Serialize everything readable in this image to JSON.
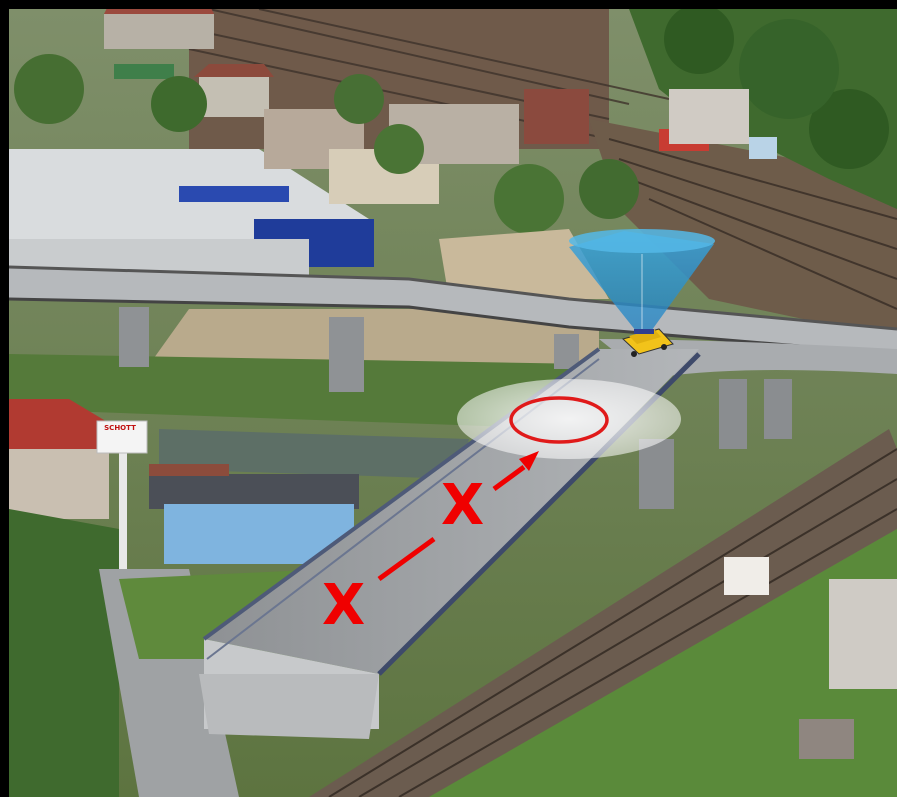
{
  "scene": {
    "description_icon": "aerial-photo-overpass",
    "markers": {
      "lower_x": "X",
      "upper_x": "X"
    },
    "sign_text": "SCHOTT",
    "colors": {
      "marker_red": "#f00000",
      "camera_cone_blue": "#2e9fd6",
      "vehicle_yellow": "#f2c31a",
      "frame_black": "#000000"
    }
  }
}
